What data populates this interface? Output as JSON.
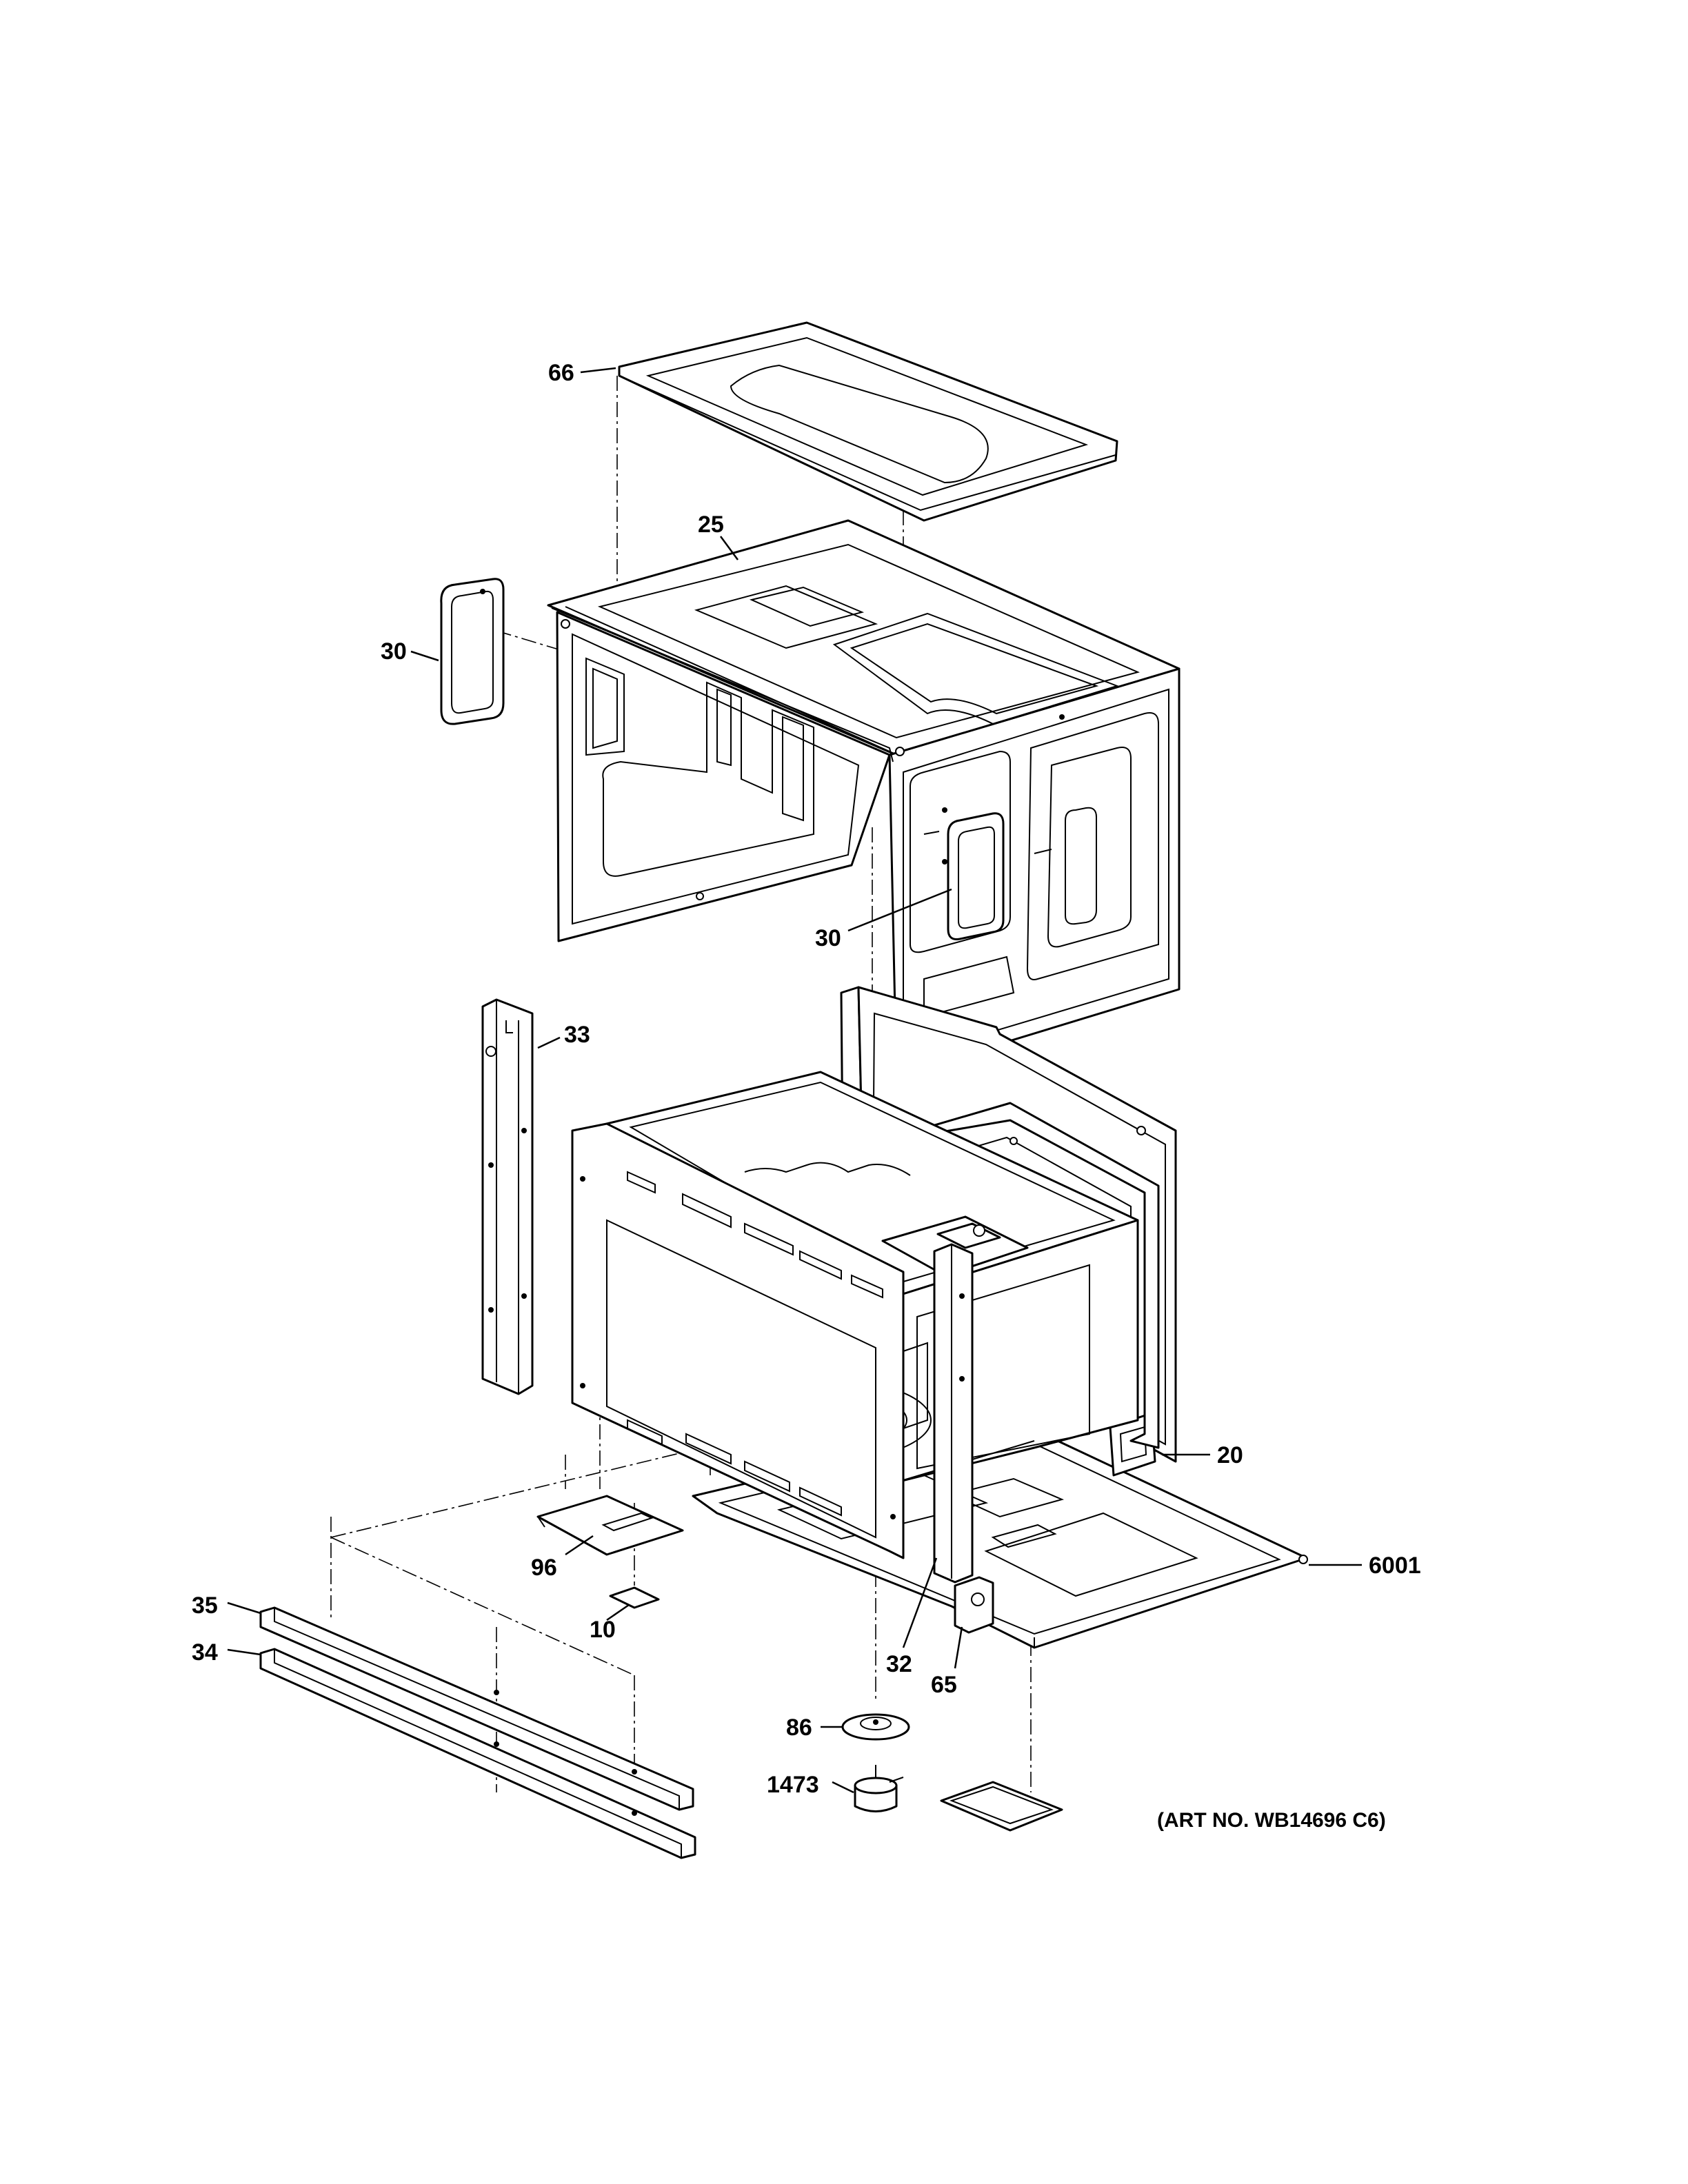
{
  "part_labels": [
    {
      "id": "66",
      "label": "66"
    },
    {
      "id": "25",
      "label": "25"
    },
    {
      "id": "30a",
      "label": "30"
    },
    {
      "id": "30b",
      "label": "30"
    },
    {
      "id": "33",
      "label": "33"
    },
    {
      "id": "20",
      "label": "20"
    },
    {
      "id": "6001",
      "label": "6001"
    },
    {
      "id": "96",
      "label": "96"
    },
    {
      "id": "10",
      "label": "10"
    },
    {
      "id": "35",
      "label": "35"
    },
    {
      "id": "34",
      "label": "34"
    },
    {
      "id": "32",
      "label": "32"
    },
    {
      "id": "65",
      "label": "65"
    },
    {
      "id": "86",
      "label": "86"
    },
    {
      "id": "1473",
      "label": "1473"
    }
  ],
  "art_number": "(ART NO. WB14696 C6)"
}
